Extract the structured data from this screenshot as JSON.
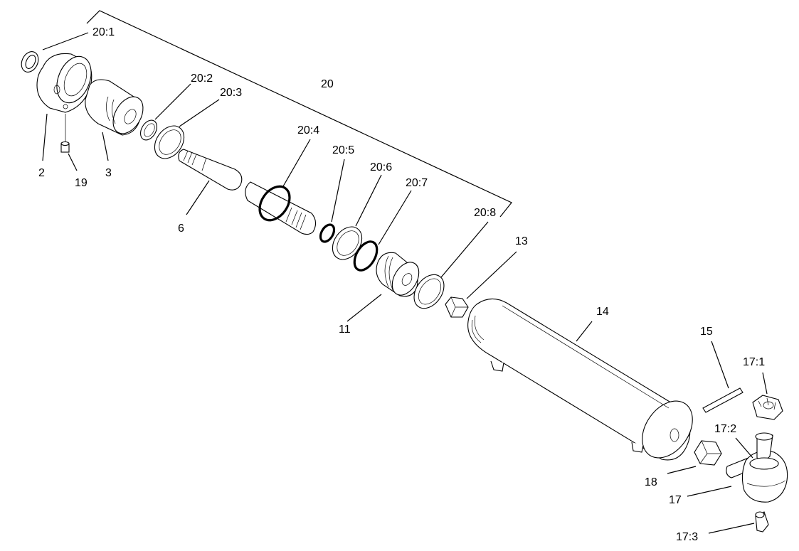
{
  "labels": {
    "l20_1": "20:1",
    "l20": "20",
    "l20_2": "20:2",
    "l20_3": "20:3",
    "l20_4": "20:4",
    "l20_5": "20:5",
    "l20_6": "20:6",
    "l20_7": "20:7",
    "l20_8": "20:8",
    "l2": "2",
    "l19": "19",
    "l3": "3",
    "l6": "6",
    "l11": "11",
    "l13": "13",
    "l14": "14",
    "l15": "15",
    "l17_1": "17:1",
    "l17_2": "17:2",
    "l17": "17",
    "l18": "18",
    "l17_3": "17:3"
  }
}
